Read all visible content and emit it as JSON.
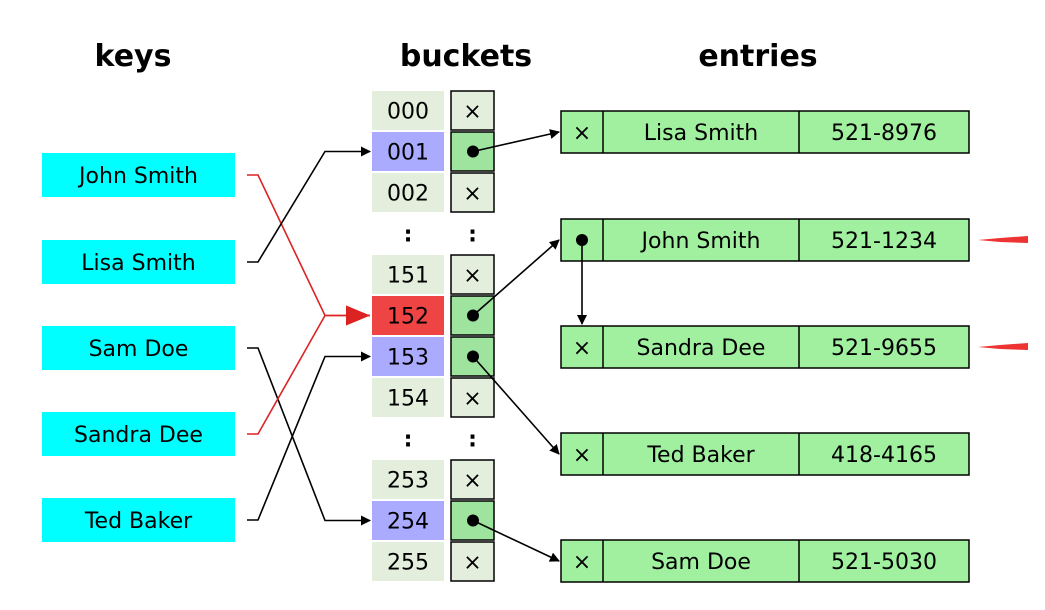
{
  "headers": {
    "keys": "keys",
    "buckets": "buckets",
    "entries": "entries"
  },
  "keys": [
    "John Smith",
    "Lisa Smith",
    "Sam Doe",
    "Sandra Dee",
    "Ted Baker"
  ],
  "buckets": [
    {
      "label": "000",
      "state": "empty",
      "highlight": "none"
    },
    {
      "label": "001",
      "state": "filled",
      "highlight": "blue"
    },
    {
      "label": "002",
      "state": "empty",
      "highlight": "none"
    },
    {
      "label": ":",
      "state": "gap"
    },
    {
      "label": "151",
      "state": "empty",
      "highlight": "none"
    },
    {
      "label": "152",
      "state": "filled",
      "highlight": "red"
    },
    {
      "label": "153",
      "state": "filled",
      "highlight": "blue"
    },
    {
      "label": "154",
      "state": "empty",
      "highlight": "none"
    },
    {
      "label": ":",
      "state": "gap"
    },
    {
      "label": "253",
      "state": "empty",
      "highlight": "none"
    },
    {
      "label": "254",
      "state": "filled",
      "highlight": "blue"
    },
    {
      "label": "255",
      "state": "empty",
      "highlight": "none"
    }
  ],
  "entries": [
    {
      "name": "Lisa Smith",
      "value": "521-8976",
      "next": "empty",
      "marked": false
    },
    {
      "name": "John Smith",
      "value": "521-1234",
      "next": "link",
      "marked": true
    },
    {
      "name": "Sandra Dee",
      "value": "521-9655",
      "next": "empty",
      "marked": true
    },
    {
      "name": "Ted Baker",
      "value": "418-4165",
      "next": "empty",
      "marked": false
    },
    {
      "name": "Sam Doe",
      "value": "521-5030",
      "next": "empty",
      "marked": false
    }
  ],
  "mappings": [
    {
      "key": "John Smith",
      "bucket": "152",
      "collision": true
    },
    {
      "key": "Lisa Smith",
      "bucket": "001",
      "collision": false
    },
    {
      "key": "Sam Doe",
      "bucket": "254",
      "collision": false
    },
    {
      "key": "Sandra Dee",
      "bucket": "152",
      "collision": true
    },
    {
      "key": "Ted Baker",
      "bucket": "153",
      "collision": false
    }
  ],
  "pointers": [
    {
      "from": "001",
      "to": "Lisa Smith"
    },
    {
      "from": "152",
      "to": "John Smith"
    },
    {
      "from": "153",
      "to": "Ted Baker"
    },
    {
      "from": "254",
      "to": "Sam Doe"
    },
    {
      "from": "John Smith",
      "to": "Sandra Dee"
    }
  ],
  "symbols": {
    "empty": "×"
  },
  "colors": {
    "key_fill": "#00ffff",
    "bucket_plain": "#e3eedd",
    "bucket_blue": "#aaaaff",
    "bucket_red": "#ee4444",
    "slot_fill": "#9ee39e",
    "entry_fill": "#a0f0a0",
    "collision_line": "#dd2222",
    "line": "#000000"
  }
}
